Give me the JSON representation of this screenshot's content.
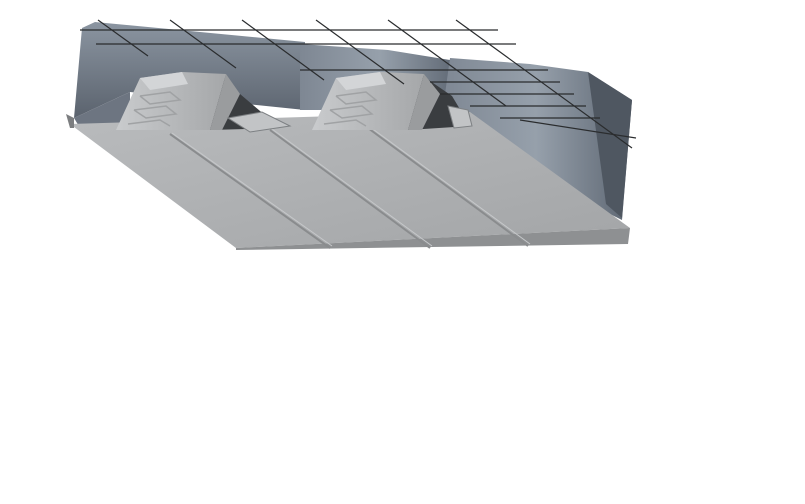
{
  "figure": {
    "subject": "composite-floor-deck-cutaway",
    "panel_count": 4,
    "rib_count": 2,
    "leader_line_count": 14,
    "colors": {
      "background": "#ffffff",
      "concrete_light": "#98a0aa",
      "concrete_dark": "#5c6470",
      "deck_face": "#a9abad",
      "deck_face_light": "#b8babc",
      "deck_edge": "#8e9092",
      "rib_light": "#cfd1d3",
      "rib_mid": "#b7b9bb",
      "rib_dark": "#7d8083",
      "void": "#3a3d40",
      "leader_line": "#2a2c2e"
    }
  }
}
